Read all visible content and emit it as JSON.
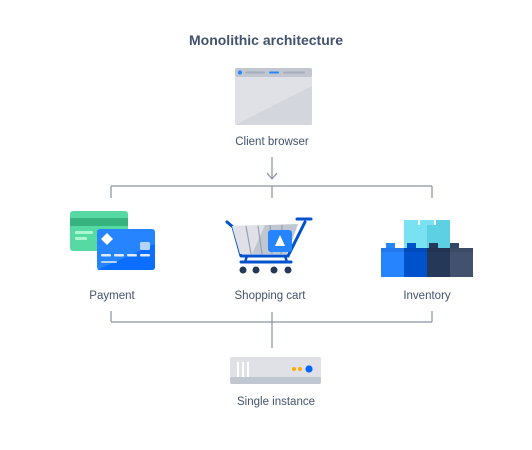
{
  "diagram": {
    "title": "Monolithic architecture",
    "nodes": {
      "client": {
        "label": "Client browser",
        "icon": "browser-window-icon"
      },
      "payment": {
        "label": "Payment",
        "icon": "credit-cards-icon"
      },
      "cart": {
        "label": "Shopping cart",
        "icon": "shopping-cart-icon"
      },
      "inventory": {
        "label": "Inventory",
        "icon": "stacked-blocks-icon"
      },
      "instance": {
        "label": "Single instance",
        "icon": "server-icon"
      }
    },
    "colors": {
      "text": "#42526E",
      "connector": "#8993A4",
      "accent_blue": "#2684FF",
      "dark_blue": "#0052CC",
      "navy": "#253858",
      "slate": "#344563",
      "teal": "#79E2F2",
      "green": "#57D9A3",
      "orange": "#FFAB00",
      "gray": "#DFE1E6"
    }
  }
}
